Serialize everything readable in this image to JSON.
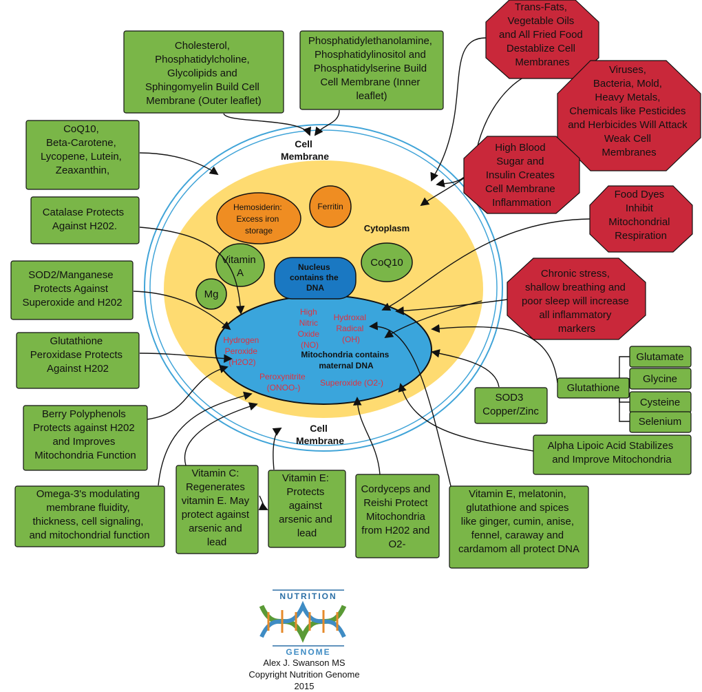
{
  "colors": {
    "positive_box": "#7ab648",
    "negative_box": "#c9283a",
    "cytoplasm": "#fedb71",
    "mitochondria": "#3aa5dc",
    "nucleus": "#1a78c2",
    "iron_orange": "#ef8d22",
    "membrane_line": "#40a4d8",
    "harm_text": "#e0303e"
  },
  "cell": {
    "membrane_top": [
      "Cell",
      "Membrane"
    ],
    "membrane_bottom": [
      "Cell",
      "Membrane"
    ],
    "cytoplasm": "Cytoplasm",
    "nucleus": [
      "Nucleus",
      "contains the",
      "DNA"
    ],
    "mitochondria": [
      "Mitochondria contains",
      "maternal DNA"
    ],
    "hemosiderin": [
      "Hemosiderin:",
      "Excess iron",
      "storage"
    ],
    "ferritin": "Ferritin",
    "vitamin_a": [
      "Vitamin",
      "A"
    ],
    "coq10": "CoQ10",
    "mg": "Mg"
  },
  "free_radicals": {
    "hydrogen_peroxide": [
      "Hydrogen",
      "Peroxide",
      "(H2O2)"
    ],
    "nitric_oxide": [
      "High",
      "Nitric",
      "Oxide",
      "(NO)"
    ],
    "hydroxyl": [
      "Hydroxal",
      "Radical",
      "(OH)"
    ],
    "peroxynitrite": [
      "Peroxynitrite",
      "(ONOO-)"
    ],
    "superoxide": "Superoxide (O2-)"
  },
  "protective": {
    "outer_leaflet": [
      "Cholesterol,",
      "Phosphatidylcholine,",
      "Glycolipids and",
      "Sphingomyelin Build Cell",
      "Membrane (Outer leaflet)"
    ],
    "inner_leaflet": [
      "Phosphatidylethanolamine,",
      "Phosphatidylinositol and",
      "Phosphatidylserine Build",
      "Cell Membrane (Inner",
      "leaflet)"
    ],
    "carotenoids": [
      "CoQ10,",
      "Beta-Carotene,",
      "Lycopene, Lutein,",
      "Zeaxanthin,"
    ],
    "catalase": [
      "Catalase Protects",
      "Against H202."
    ],
    "sod2": [
      "SOD2/Manganese",
      "Protects Against",
      "Superoxide and H202"
    ],
    "glutathione_peroxidase": [
      "Glutathione",
      "Peroxidase Protects",
      "Against H202"
    ],
    "berry": [
      "Berry Polyphenols",
      "Protects against H202",
      "and Improves",
      "Mitochondria Function"
    ],
    "omega3": [
      "Omega-3's modulating",
      "membrane fluidity,",
      "thickness, cell signaling,",
      "and mitochondrial function"
    ],
    "vitamin_c": [
      "Vitamin C:",
      "Regenerates",
      "vitamin E. May",
      "protect against",
      "arsenic and",
      "lead"
    ],
    "vitamin_e": [
      "Vitamin E:",
      "Protects",
      "against",
      "arsenic and",
      "lead"
    ],
    "cordyceps": [
      "Cordyceps and",
      "Reishi Protect",
      "Mitochondria",
      "from H202 and",
      "O2-"
    ],
    "dna_protect": [
      "Vitamin E, melatonin,",
      "glutathione and spices",
      "like ginger, cumin, anise,",
      "fennel, caraway and",
      "cardamom all protect DNA"
    ],
    "alpha_lipoic": [
      "Alpha Lipoic Acid Stabilizes",
      "and Improve Mitochondria"
    ],
    "sod3": [
      "SOD3",
      "Copper/Zinc"
    ],
    "glutathione": "Glutathione",
    "glutamate": "Glutamate",
    "glycine": "Glycine",
    "cysteine": "Cysteine",
    "selenium": "Selenium"
  },
  "harmful": {
    "trans_fats": [
      "Trans-Fats,",
      "Vegetable Oils",
      "and All Fried Food",
      "Destablize Cell",
      "Membranes"
    ],
    "viruses": [
      "Viruses,",
      "Bacteria, Mold,",
      "Heavy Metals,",
      "Chemicals like Pesticides",
      "and Herbicides Will Attack",
      "Weak Cell",
      "Membranes"
    ],
    "blood_sugar": [
      "High Blood",
      "Sugar and",
      "Insulin Creates",
      "Cell Membrane",
      "Inflammation"
    ],
    "food_dyes": [
      "Food Dyes",
      "Inhibit",
      "Mitochondrial",
      "Respiration"
    ],
    "stress": [
      "Chronic stress,",
      "shallow breathing and",
      "poor sleep will increase",
      "all inflammatory",
      "markers"
    ]
  },
  "logo": {
    "top": "NUTRITION",
    "bottom": "GENOME",
    "author": "Alex J. Swanson MS",
    "copyright": "Copyright Nutrition Genome",
    "year": "2015"
  }
}
